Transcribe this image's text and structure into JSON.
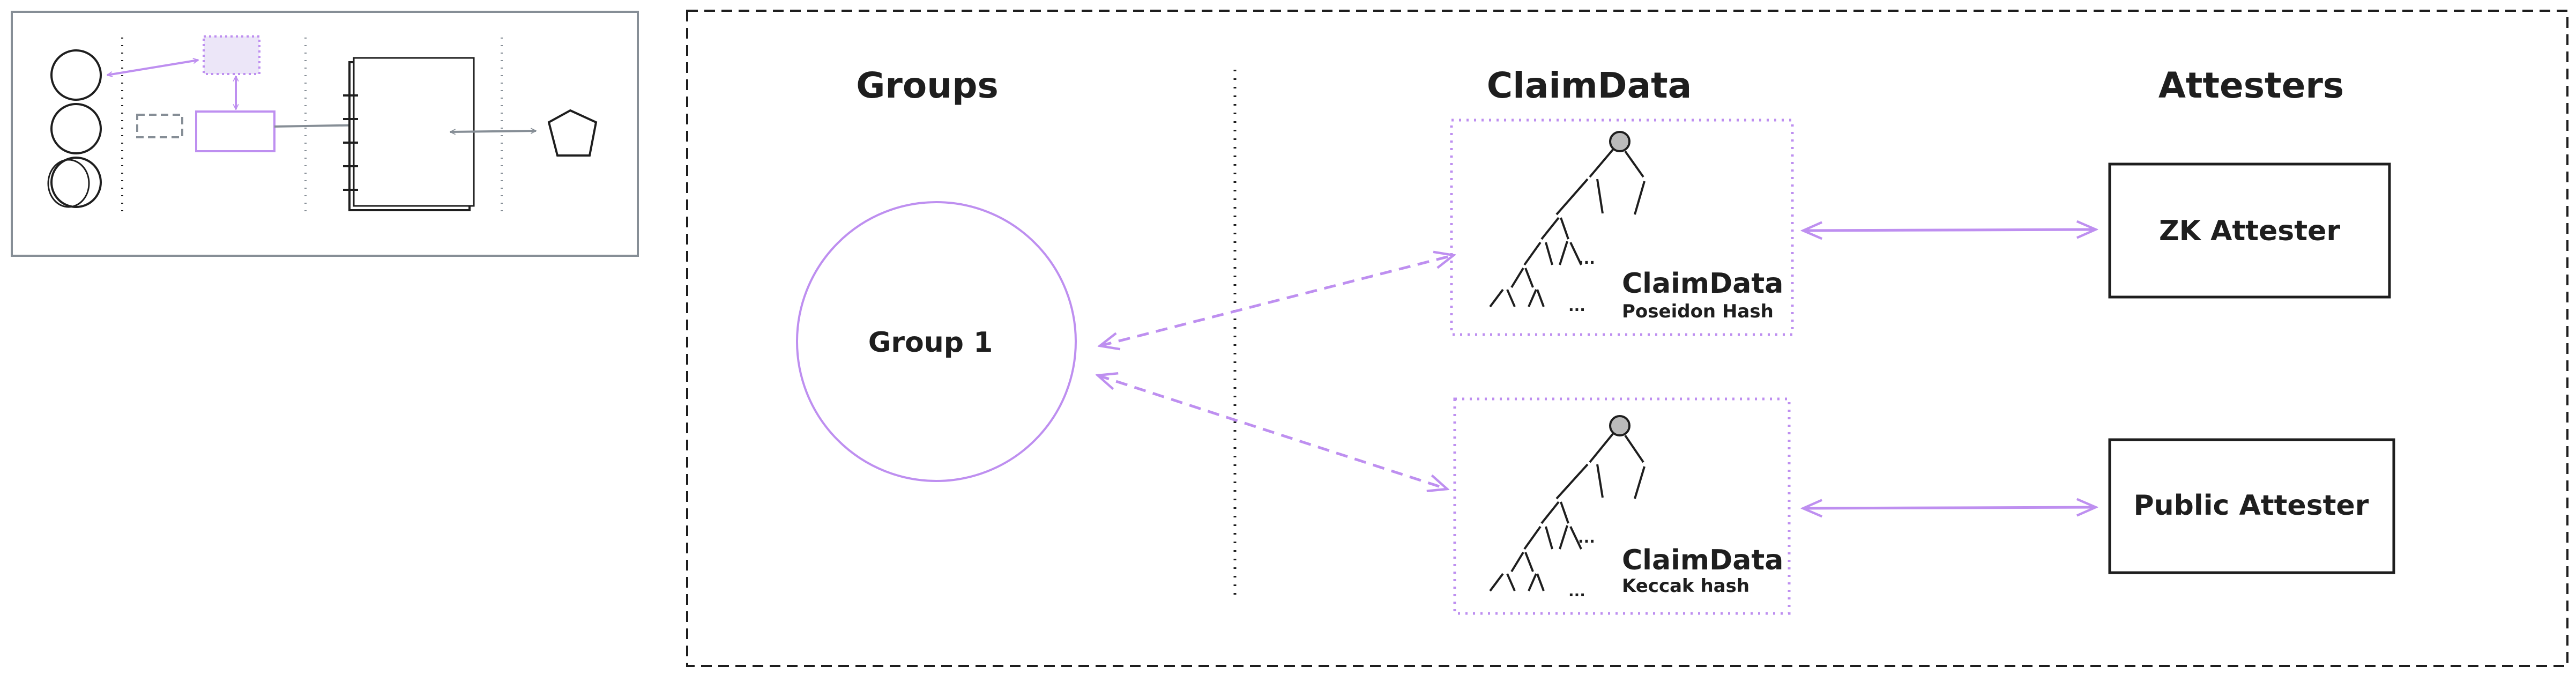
{
  "headings": {
    "groups": "Groups",
    "claimdata": "ClaimData",
    "attesters": "Attesters"
  },
  "group": {
    "label": "Group 1"
  },
  "claims": [
    {
      "title": "ClaimData",
      "subtitle": "Poseidon Hash"
    },
    {
      "title": "ClaimData",
      "subtitle": "Keccak hash"
    }
  ],
  "attesters": [
    {
      "label": "ZK Attester"
    },
    {
      "label": "Public Attester"
    }
  ],
  "ellipsis": "...",
  "colors": {
    "accent": "#be8ff0",
    "stroke": "#1e1e1e",
    "thumb": "#868e96",
    "thumb_fill": "#ece6f8"
  }
}
